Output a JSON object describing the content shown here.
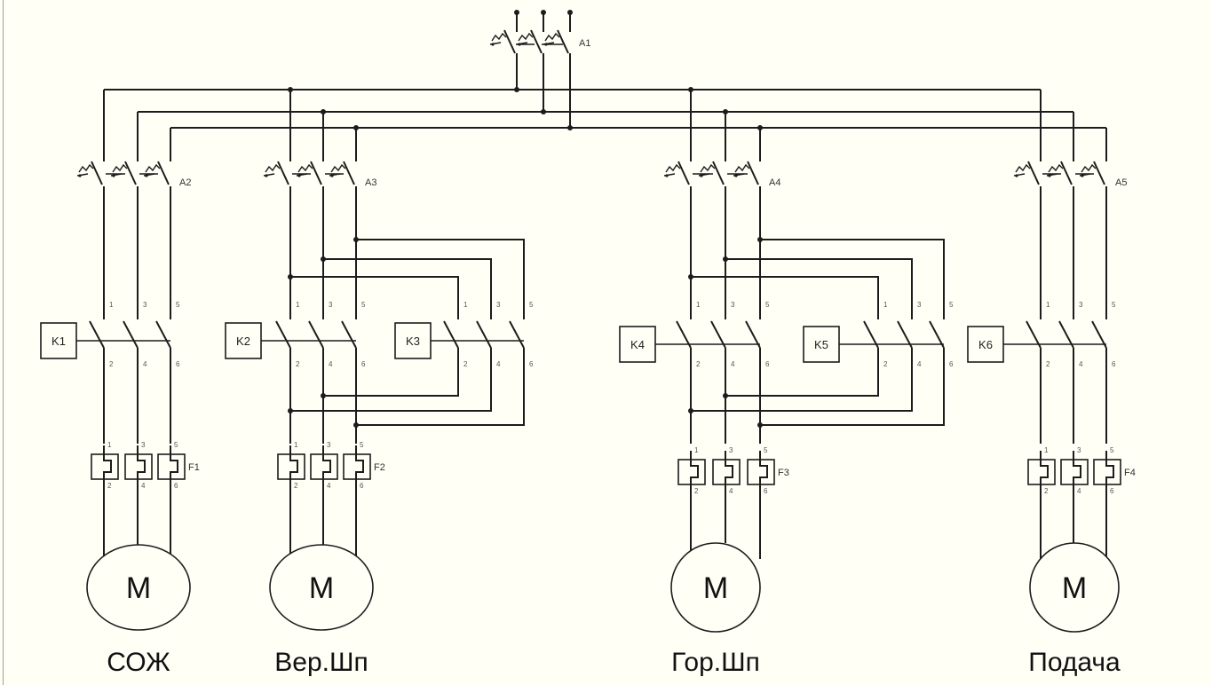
{
  "diagram": {
    "title": "",
    "main_breaker": "A1",
    "branches": [
      {
        "id": "coolant",
        "breaker": "A2",
        "contactors": [
          "K1"
        ],
        "overload": "F1",
        "motor_symbol": "M",
        "motor_label": "СОЖ",
        "reversible": false
      },
      {
        "id": "vertical-spindle",
        "breaker": "A3",
        "contactors": [
          "K2",
          "K3"
        ],
        "overload": "F2",
        "motor_symbol": "M",
        "motor_label": "Вер.Шп",
        "reversible": true
      },
      {
        "id": "horizontal-spindle",
        "breaker": "A4",
        "contactors": [
          "K4",
          "K5"
        ],
        "overload": "F3",
        "motor_symbol": "M",
        "motor_label": "Гор.Шп",
        "reversible": true
      },
      {
        "id": "feed",
        "breaker": "A5",
        "contactors": [
          "K6"
        ],
        "overload": "F4",
        "motor_symbol": "M",
        "motor_label": "Подача",
        "reversible": false
      }
    ],
    "contact_pins_top": [
      "1",
      "3",
      "5"
    ],
    "contact_pins_bottom": [
      "2",
      "4",
      "6"
    ],
    "colors": {
      "background": "#fffff6",
      "line": "#1c1c1c"
    }
  }
}
